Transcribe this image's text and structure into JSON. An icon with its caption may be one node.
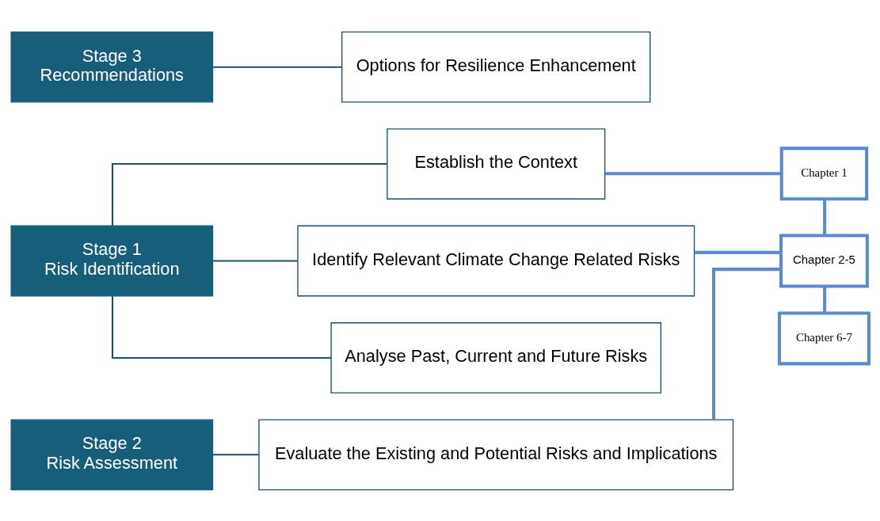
{
  "diagram": {
    "nodes": [
      {
        "text": [
          "Stage 1",
          "Risk Identification"
        ]
      },
      {
        "text": [
          "Establish the Context"
        ]
      },
      {
        "text": [
          "Identify Relevant Climate Change Related Risks"
        ]
      },
      {
        "text": [
          "Analyse Past, Current and Future Risks"
        ]
      },
      {
        "text": [
          "Stage 2",
          "Risk Assessment"
        ]
      },
      {
        "text": [
          "Evaluate the Existing and Potential Risks and Implications"
        ]
      },
      {
        "text": [
          "Stage 3",
          "Recommendations"
        ]
      },
      {
        "text": [
          "Options for Resilience Enhancement"
        ]
      },
      {
        "text": [
          "Chapter 1"
        ]
      },
      {
        "text": [
          "Chapter 2-5"
        ]
      },
      {
        "text": [
          "Chapter 6-7"
        ]
      }
    ],
    "edges": [
      {
        "from": 0,
        "to": 1,
        "arrow": "none"
      },
      {
        "from": 0,
        "to": 2,
        "arrow": "none"
      },
      {
        "from": 0,
        "to": 3,
        "arrow": "none"
      },
      {
        "from": 4,
        "to": 5,
        "arrow": "none"
      },
      {
        "from": 6,
        "to": 7,
        "arrow": "none"
      },
      {
        "from": 1,
        "to": 8,
        "arrow": "none",
        "style": "thick",
        "color": "#5b8ad0"
      },
      {
        "from": 2,
        "to": 9,
        "arrow": "none",
        "style": "thick",
        "color": "#5b8ad0"
      },
      {
        "from": 5,
        "to": 9,
        "arrow": "none",
        "style": "thick",
        "color": "#5b8ad0"
      },
      {
        "from": 8,
        "to": 9,
        "arrow": "none",
        "style": "thick",
        "color": "#5b8ad0"
      },
      {
        "from": 9,
        "to": 10,
        "arrow": "none",
        "style": "thick",
        "color": "#5b8ad0"
      }
    ]
  }
}
